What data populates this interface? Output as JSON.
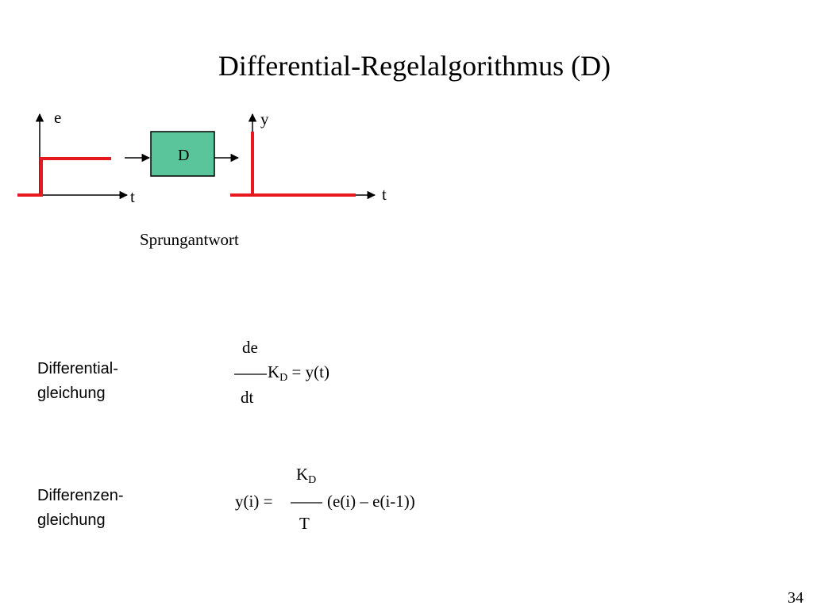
{
  "title": "Differential-Regelalgorithmus (D)",
  "diagram": {
    "input_axis": {
      "y_label": "e",
      "x_label": "t"
    },
    "block_label": "D",
    "output_axis": {
      "y_label": "y",
      "x_label": "t"
    },
    "caption": "Sprungantwort",
    "colors": {
      "signal": "#e8191e",
      "block_fill": "#5ac49a",
      "axis": "#000000"
    }
  },
  "differential": {
    "label_line1": "Differential-",
    "label_line2": "gleichung",
    "numerator": "de",
    "denominator": "dt",
    "K": "K",
    "K_sub": "D",
    "rhs": "= y(t)"
  },
  "difference": {
    "label_line1": "Differenzen-",
    "label_line2": "gleichung",
    "lhs": "y(i) =",
    "K": "K",
    "K_sub": "D",
    "denominator": "T",
    "rhs": "(e(i) – e(i-1))"
  },
  "page_number": "34"
}
